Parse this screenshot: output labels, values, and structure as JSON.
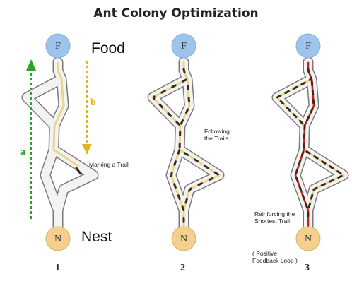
{
  "title": "Ant Colony Optimization",
  "nodes": {
    "food": "F",
    "nest": "N"
  },
  "labels": {
    "food": "Food",
    "nest": "Nest",
    "arrow_a": "a",
    "arrow_b": "b",
    "marking": "Marking a Trail",
    "following": "Following\nthe Trails",
    "reinforcing": "Reinforcing the\nShortest Trail",
    "positive": "( Positive\nFeedback Loop )"
  },
  "panels": [
    "1",
    "2",
    "3"
  ],
  "colors": {
    "food_node": "#9ec3ec",
    "nest_node": "#f4cf8e",
    "path_fill": "#f3f3f3",
    "path_outline": "#7a7a7a",
    "ant": "#3a2a1e",
    "trail_yellow": "#ead58a",
    "trail_red": "#d01c1c",
    "arrow_green": "#28a428",
    "arrow_yellow": "#e2b41f"
  }
}
